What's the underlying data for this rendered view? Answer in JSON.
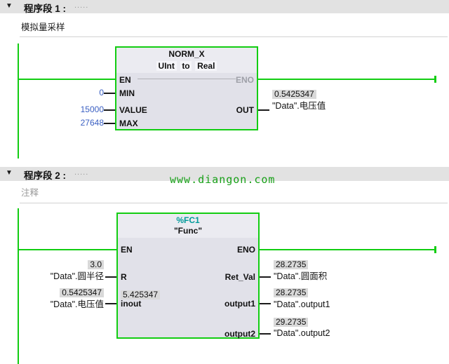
{
  "colors": {
    "monitoring_green": "#12cd12",
    "constant_blue": "#3a5fc2",
    "fc_title_teal": "#009a9a",
    "watermark_green": "#18a018",
    "header_band_gray": "#e2e2e2",
    "block_body": "#e1e1e9",
    "block_header": "#ebebf1",
    "value_highlight": "#d9d9d9"
  },
  "networks": [
    {
      "title": "程序段 1 :",
      "title_placeholder": ".....",
      "comment": "模拟量采样",
      "block": {
        "title": "NORM_X",
        "cast_from": "UInt",
        "cast_word": "to",
        "cast_to": "Real",
        "pin_en": "EN",
        "pin_eno": "ENO",
        "pin_min": "MIN",
        "pin_value": "VALUE",
        "pin_max": "MAX",
        "pin_out": "OUT",
        "min_const": "0",
        "value_const": "15000",
        "max_const": "27648",
        "out_monitor": "0.5425347",
        "out_operand": "\"Data\".电压值"
      }
    },
    {
      "title": "程序段 2 :",
      "title_placeholder": ".....",
      "comment": "注释",
      "watermark": "www.diangon.com",
      "block": {
        "title": "%FC1",
        "name": "\"Func\"",
        "pin_en": "EN",
        "pin_eno": "ENO",
        "pin_r": "R",
        "pin_inout": "inout",
        "pin_retval": "Ret_Val",
        "pin_output1": "output1",
        "pin_output2": "output2",
        "r_monitor": "3.0",
        "r_operand": "\"Data\".圆半径",
        "inout_monitor_outside": "0.5425347",
        "inout_operand": "\"Data\".电压值",
        "inout_monitor_inside": "5.425347",
        "retval_monitor": "28.2735",
        "retval_operand": "\"Data\".圆面积",
        "output1_monitor": "28.2735",
        "output1_operand": "\"Data\".output1",
        "output2_monitor": "29.2735",
        "output2_operand": "\"Data\".output2"
      }
    }
  ]
}
